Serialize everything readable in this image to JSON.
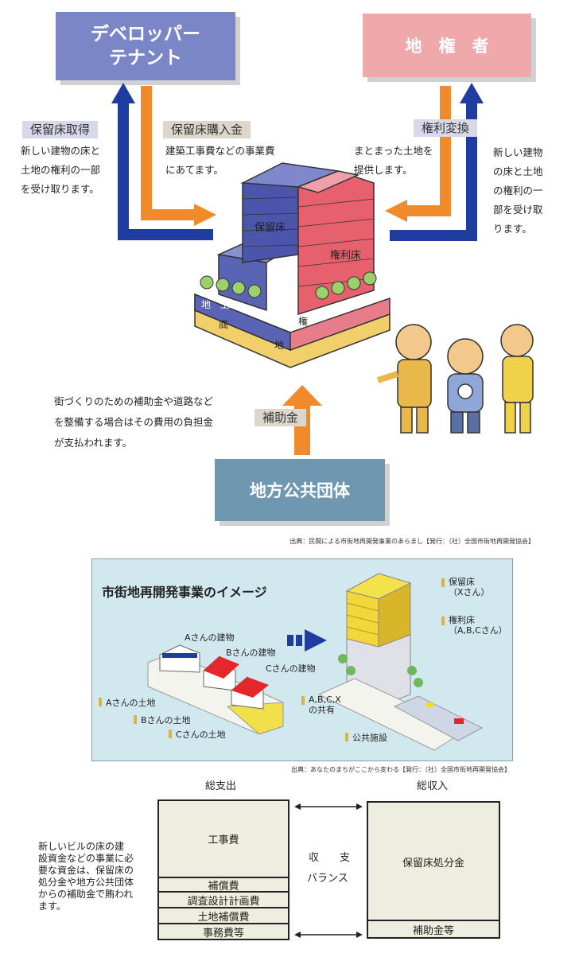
{
  "top": {
    "developer_box": "デベロッパー\nテナント",
    "owner_box": "地　権　者",
    "tag_hold_floor": "保留床取得",
    "tag_hold_purchase": "保留床購入金",
    "tag_rights_exchange": "権利変換",
    "tag_subsidy": "補助金",
    "text_hold_floor": "新しい建物の床と\n土地の権利の一部\nを受け取ります。",
    "text_purchase": "建築工事費などの事業費\nにあてます。",
    "text_land": "まとまった土地を\n提供します。",
    "text_rights": "新しい建物\nの床と土地\nの権利の一\n部を受け取\nります。",
    "text_subsidy": "街づくりのための補助金や道路など\nを整備する場合はその費用の負担金\nが支払われます。",
    "gov_box": "地方公共団体",
    "source": "出典：民間による市街地再開発事業のあらまし【発行：（社）全国市街地再開発協会】",
    "building_labels": {
      "hold": "保留床",
      "rights": "権利床",
      "land_left": "地　上",
      "land_right": "権",
      "bottom_left": "底",
      "bottom_right": "地"
    }
  },
  "image": {
    "title": "市街地再開発事業のイメージ",
    "a_building": "Aさんの建物",
    "b_building": "Bさんの建物",
    "c_building": "Cさんの建物",
    "a_land": "Aさんの土地",
    "b_land": "Bさんの土地",
    "c_land": "Cさんの土地",
    "shared": "A,B,C,X\nの共有",
    "public": "公共施設",
    "hold_floor": "保留床\n（Xさん）",
    "rights_floor": "権利床\n（A,B,Cさん）",
    "source": "出典：あなたのまちがここから変わる【発行：（社）全国市街地再開発協会】"
  },
  "balance": {
    "expense_title": "総支出",
    "income_title": "総収入",
    "note": "新しいビルの床の建\n設資金などの事業に必\n要な資金は、保留床の\n処分金や地方公共団体\nからの補助金で賄われ\nます。",
    "center_top": "収　　支",
    "center_bottom": "バランス",
    "expense_items": [
      "工事費",
      "補償費",
      "調査設計計画費",
      "土地補償費",
      "事務費等"
    ],
    "income_items": [
      "保留床処分金",
      "補助金等"
    ]
  },
  "colors": {
    "blue_box": "#7b86c7",
    "pink_box": "#f0a9ab",
    "gov_box": "#6f97b0",
    "orange": "#f08a2a",
    "navy": "#1f3da0"
  }
}
